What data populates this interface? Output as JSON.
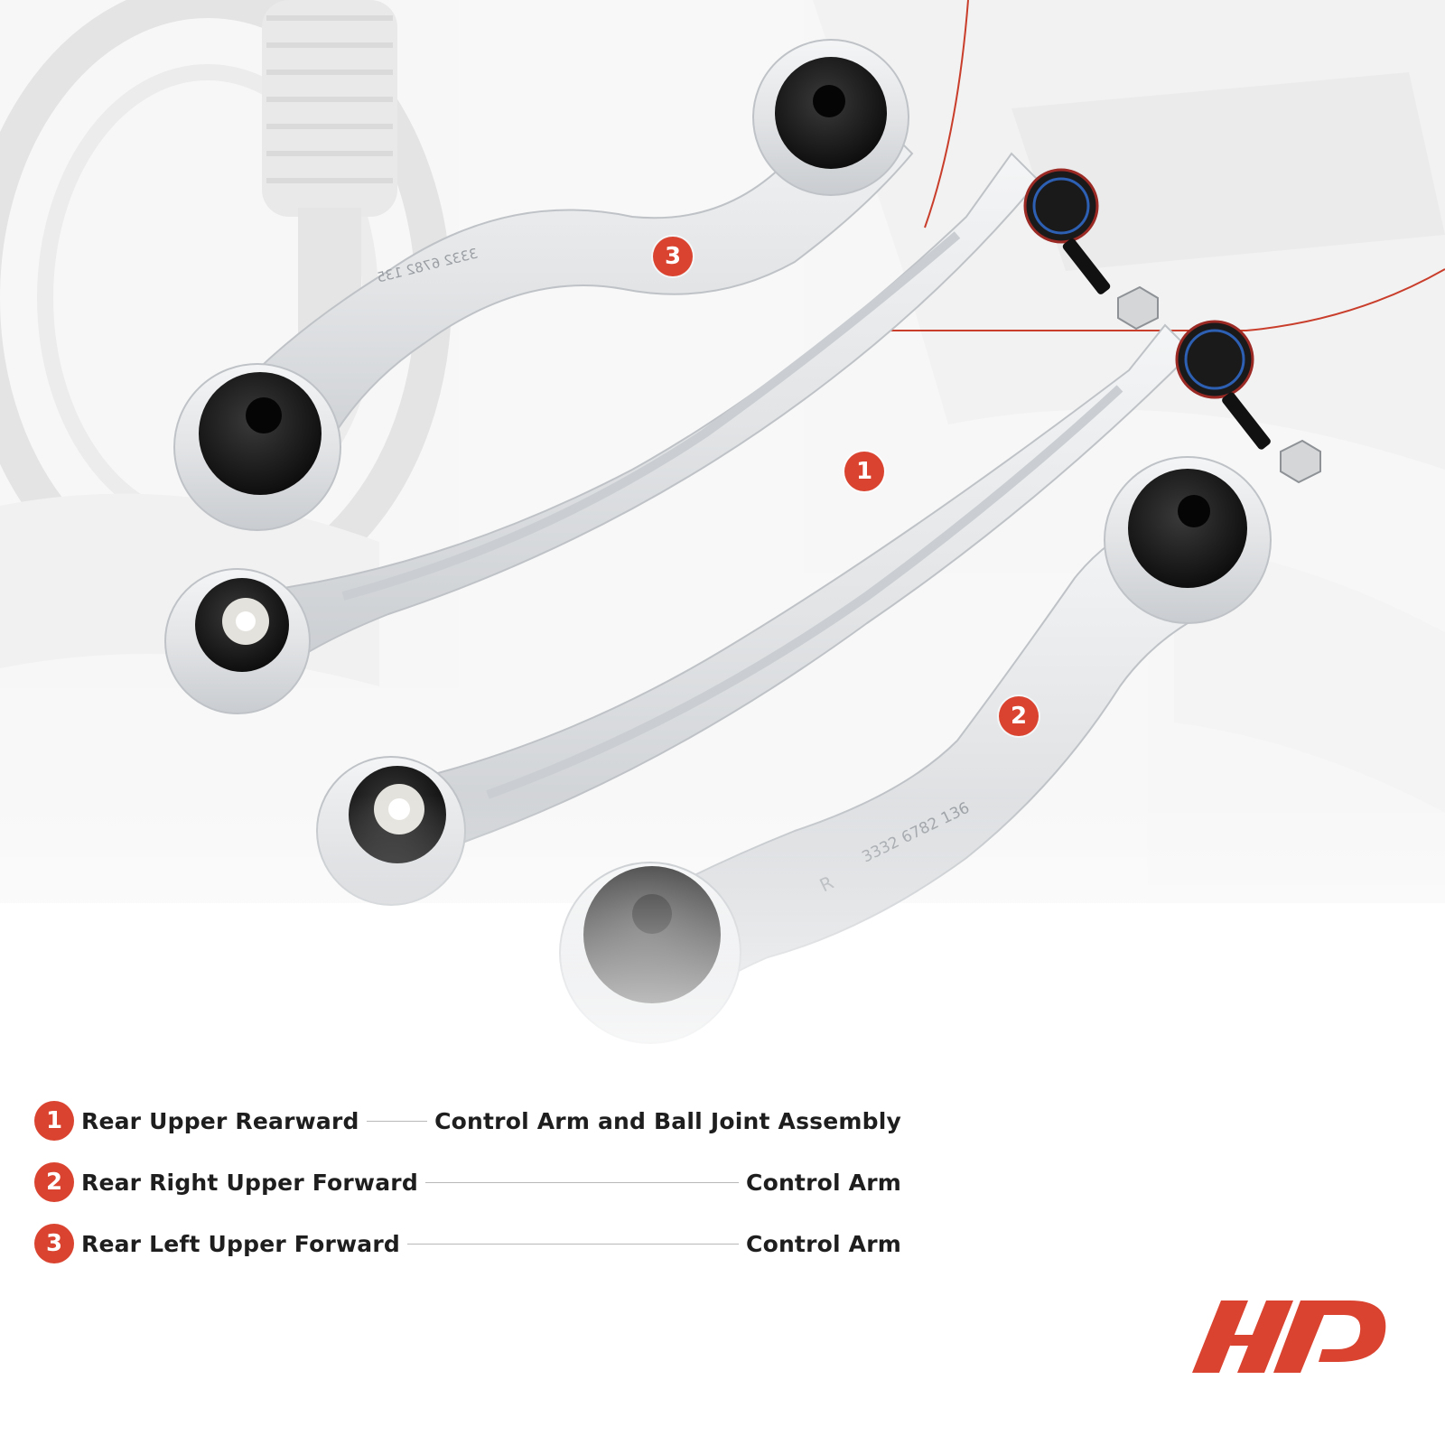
{
  "callouts": {
    "arm1": "1",
    "arm2": "2",
    "arm3": "3"
  },
  "part_marks": {
    "arm2_number": "3332 6782 136",
    "arm2_side": "R",
    "arm3_number": "3332 6782 135"
  },
  "legend": {
    "items": [
      {
        "num": "1",
        "left": "Rear Upper Rearward",
        "right": "Control Arm and Ball Joint Assembly"
      },
      {
        "num": "2",
        "left": "Rear Right Upper Forward",
        "right": "Control Arm"
      },
      {
        "num": "3",
        "left": "Rear Left Upper Forward",
        "right": "Control Arm"
      }
    ]
  },
  "colors": {
    "accent": "#d9432f",
    "text": "#1e1e1e",
    "arm": "#e4e6e8",
    "bushing": "#1c1c1c"
  },
  "logo": {
    "icon": "ap-brand-logo"
  }
}
